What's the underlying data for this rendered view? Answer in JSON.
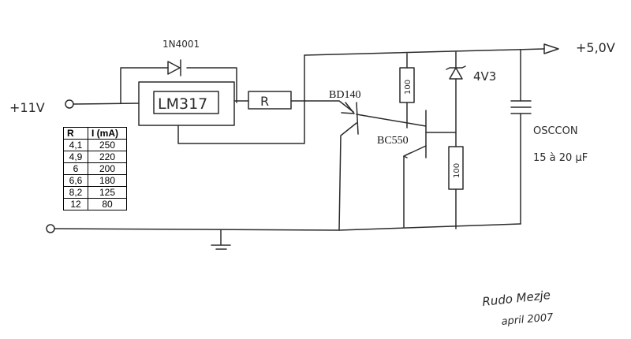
{
  "labels": {
    "input_voltage": "+11V",
    "output_voltage": "+5,0V",
    "diode": "1N4001",
    "regulator": "LM317",
    "resistor": "R",
    "transistor_pnp": "BD140",
    "transistor_npn": "BC550",
    "zener": "4V3",
    "capacitor_name": "OSCCON",
    "capacitor_value": "15 à 20 µF",
    "res_top": "100",
    "res_bottom": "100",
    "signature": "Rudo Mezje",
    "date": "april 2007"
  },
  "table": {
    "headers": [
      "R",
      "I (mA)"
    ],
    "rows": [
      [
        "4,1",
        "250"
      ],
      [
        "4,9",
        "220"
      ],
      [
        "6",
        "200"
      ],
      [
        "6,6",
        "180"
      ],
      [
        "8,2",
        "125"
      ],
      [
        "12",
        "80"
      ]
    ]
  }
}
